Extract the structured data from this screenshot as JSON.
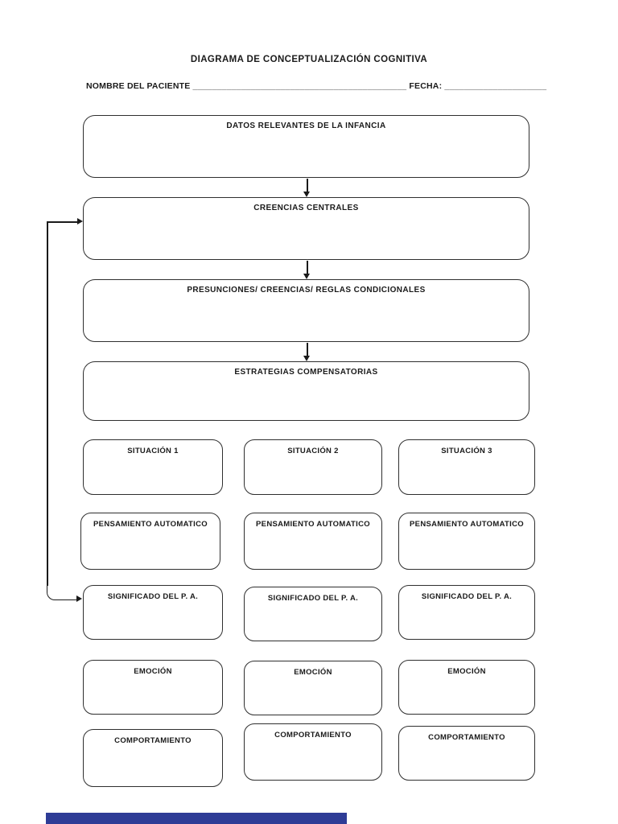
{
  "header": {
    "title": "DIAGRAMA DE CONCEPTUALIZACIÓN COGNITIVA",
    "patient_label": "NOMBRE DEL PACIENTE ",
    "patient_blank": "____________________________________________",
    "date_label": " FECHA: ",
    "date_blank": "_____________________"
  },
  "flow": {
    "boxes": [
      {
        "label": "DATOS RELEVANTES DE LA INFANCIA"
      },
      {
        "label": "CREENCIAS CENTRALES"
      },
      {
        "label": "PRESUNCIONES/ CREENCIAS/ REGLAS CONDICIONALES"
      },
      {
        "label": "ESTRATEGIAS COMPENSATORIAS"
      }
    ]
  },
  "grid": {
    "rows": [
      {
        "id": "situacion",
        "cells": [
          "SITUACIÓN 1",
          "SITUACIÓN 2",
          "SITUACIÓN 3"
        ]
      },
      {
        "id": "pensamiento-automatico",
        "cells": [
          "PENSAMIENTO AUTOMATICO",
          "PENSAMIENTO AUTOMATICO",
          "PENSAMIENTO AUTOMATICO"
        ]
      },
      {
        "id": "significado-del-pa",
        "cells": [
          "SIGNIFICADO DEL P. A.",
          "SIGNIFICADO DEL P. A.",
          "SIGNIFICADO DEL P. A."
        ]
      },
      {
        "id": "emocion",
        "cells": [
          "EMOCIÓN",
          "EMOCIÓN",
          "EMOCIÓN"
        ]
      },
      {
        "id": "comportamiento",
        "cells": [
          "COMPORTAMIENTO",
          "COMPORTAMIENTO",
          "COMPORTAMIENTO"
        ]
      }
    ]
  },
  "colors": {
    "page_bg": "#ffffff",
    "box_border": "#2f2f2f",
    "text": "#1a1a1a",
    "connector": "#1a1a1a",
    "footer_bar": "#2e3c96"
  }
}
